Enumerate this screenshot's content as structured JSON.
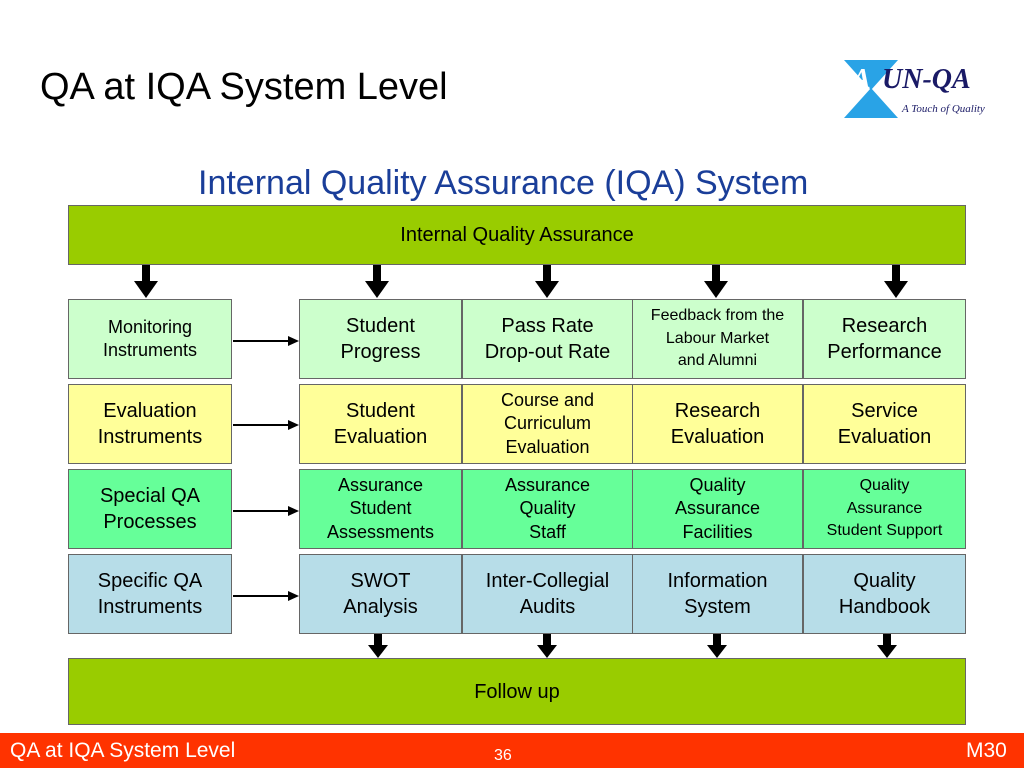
{
  "slide": {
    "title": "QA at IQA System Level",
    "subtitle": "Internal Quality Assurance (IQA) System"
  },
  "logo": {
    "name": "AUN-QA",
    "letter_a": "A",
    "text": "UN-QA",
    "tagline": "A Touch of Quality",
    "colors": {
      "x_mark": "#29a3e6",
      "text": "#1a1a66"
    }
  },
  "diagram": {
    "top_bar": "Internal Quality Assurance",
    "bottom_bar": "Follow up",
    "rows": [
      {
        "label": "Monitoring\nInstruments",
        "items": [
          "Student\nProgress",
          "Pass Rate\nDrop-out Rate",
          "Feedback from the\nLabour Market\nand Alumni",
          "Research\nPerformance"
        ]
      },
      {
        "label": "Evaluation\nInstruments",
        "items": [
          "Student\nEvaluation",
          "Course and\nCurriculum\nEvaluation",
          "Research\nEvaluation",
          "Service\nEvaluation"
        ]
      },
      {
        "label": "Special QA\nProcesses",
        "items": [
          "Assurance\nStudent\nAssessments",
          "Assurance\nQuality\nStaff",
          "Quality\nAssurance\nFacilities",
          "Quality\nAssurance\nStudent Support"
        ]
      },
      {
        "label": "Specific QA\nInstruments",
        "items": [
          "SWOT\nAnalysis",
          "Inter-Collegial\nAudits",
          "Information\nSystem",
          "Quality\nHandbook"
        ]
      }
    ],
    "colors": {
      "bar": "#99cc00",
      "row1": "#ccffcc",
      "row2": "#ffff99",
      "row3": "#66ff99",
      "row4": "#b7dde8"
    }
  },
  "footer": {
    "left": "QA at IQA System Level",
    "page": "36",
    "right": "M30",
    "color": "#ff3300"
  }
}
